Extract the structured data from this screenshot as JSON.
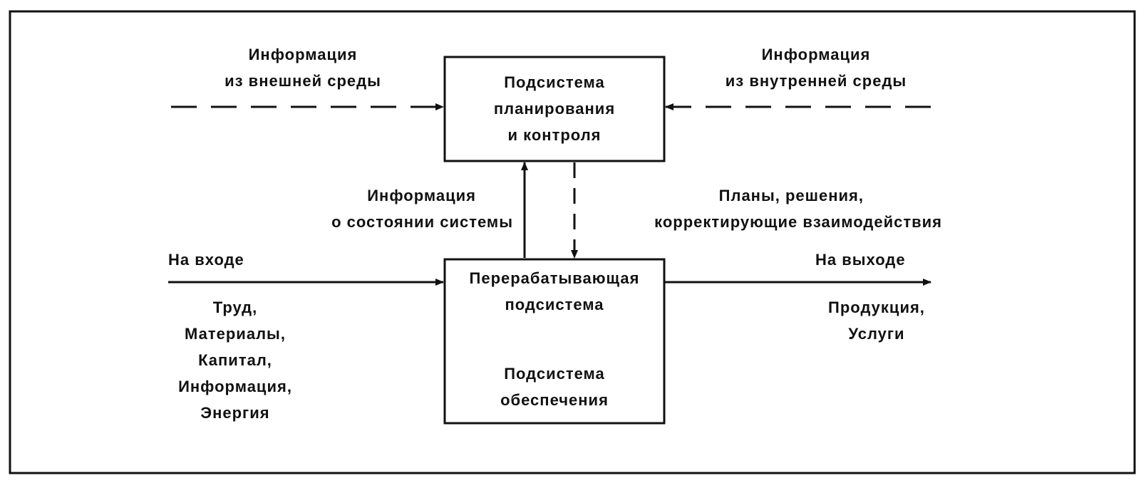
{
  "planning_box": [
    "Подсистема",
    "планирования",
    "и контроля"
  ],
  "processing_box": {
    "top": [
      "Перерабатывающая",
      "подсистема"
    ],
    "bottom": [
      "Подсистема",
      "обеспечения"
    ]
  },
  "external_info": [
    "Информация",
    "из внешней среды"
  ],
  "internal_info": [
    "Информация",
    "из внутренней среды"
  ],
  "state_info": [
    "Информация",
    "о состоянии системы"
  ],
  "plans_info": [
    "Планы, решения,",
    "корректирующие взаимодействия"
  ],
  "input": {
    "heading": "На входе",
    "items": [
      "Труд,",
      "Материалы,",
      "Капитал,",
      "Информация,",
      "Энергия"
    ]
  },
  "output": {
    "heading": "На выходе",
    "items": [
      "Продукция,",
      "Услуги"
    ]
  }
}
